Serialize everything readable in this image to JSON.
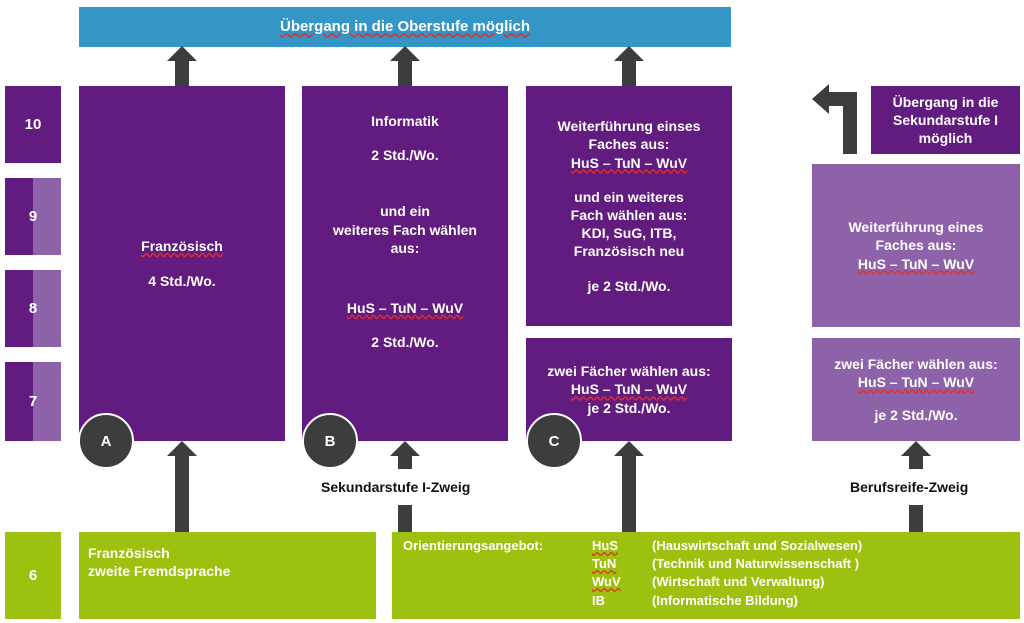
{
  "top_banner": "Übergang in die Oberstufe möglich",
  "grades": [
    "10",
    "9",
    "8",
    "7",
    "6"
  ],
  "column_a": {
    "subject": "Französisch",
    "hours": "4 Std./Wo.",
    "badge": "A"
  },
  "column_b": {
    "top_subject": "Informatik",
    "top_hours": "2 Std./Wo.",
    "choice_line1": "und ein",
    "choice_line2": "weiteres Fach wählen",
    "choice_line3": "aus:",
    "options": "HuS – TuN – WuV",
    "hours": "2 Std./Wo.",
    "badge": "B",
    "label": "Sekundarstufe I-Zweig"
  },
  "column_c": {
    "upper_line1": "Weiterführung einses",
    "upper_line2": "Faches aus:",
    "upper_options": "HuS – TuN – WuV",
    "upper_line3": "und ein weiteres",
    "upper_line4": "Fach wählen aus:",
    "upper_options2": "KDI, SuG,  ITB,",
    "upper_line5": "Französisch neu",
    "upper_hours": "je 2 Std./Wo.",
    "lower_line1": "zwei Fächer wählen aus:",
    "lower_options": "HuS – TuN – WuV",
    "lower_hours": "je 2 Std./Wo.",
    "badge": "C"
  },
  "column_d": {
    "transition_line1": "Übergang in die",
    "transition_line2": "Sekundarstufe I",
    "transition_line3": "möglich",
    "upper_line1": "Weiterführung eines",
    "upper_line2": "Faches aus:",
    "upper_options": "HuS – TuN – WuV",
    "lower_line1": "zwei Fächer wählen aus:",
    "lower_options": "HuS – TuN – WuV",
    "lower_hours": "je 2 Std./Wo.",
    "label": "Berufsreife-Zweig"
  },
  "grade6_left": {
    "line1": "Französisch",
    "line2": "zweite Fremdsprache"
  },
  "orientation": {
    "title": "Orientierungsangebot:",
    "items": [
      {
        "abbr": "HuS",
        "desc": "(Hauswirtschaft und Sozialwesen)"
      },
      {
        "abbr": "TuN",
        "desc": "(Technik und Naturwissenschaft )"
      },
      {
        "abbr": "WuV",
        "desc": "(Wirtschaft und Verwaltung)"
      },
      {
        "abbr": "IB",
        "desc": "(Informatische Bildung)"
      }
    ]
  },
  "colors": {
    "dark_purple": "#621b7e",
    "light_purple": "#8e62a8",
    "green": "#9cc20f",
    "blue": "#3396c6",
    "arrow": "#3d3d3d"
  }
}
